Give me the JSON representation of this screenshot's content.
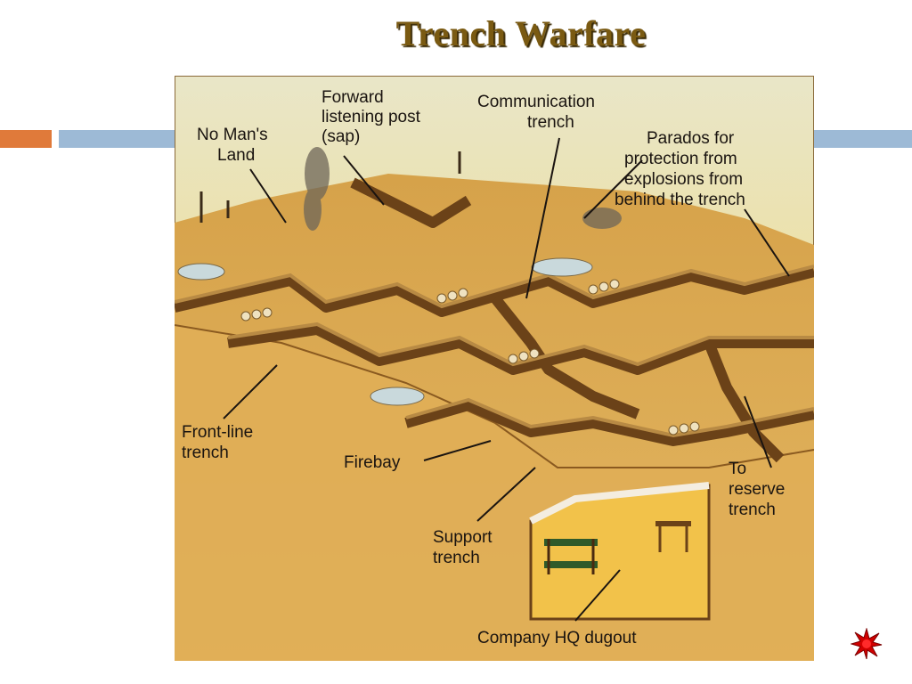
{
  "title": "Trench Warfare",
  "diagram": {
    "labels": {
      "no_mans_land": [
        "No Man's",
        "Land"
      ],
      "forward_post": [
        "Forward",
        "listening post",
        "(sap)"
      ],
      "communication": [
        "Communication",
        "trench"
      ],
      "parados": [
        "Parados for",
        "protection from",
        "explosions from",
        "behind the trench"
      ],
      "front_line": [
        "Front-line",
        "trench"
      ],
      "firebay": [
        "Firebay"
      ],
      "support": [
        "Support",
        "trench"
      ],
      "reserve": [
        "To",
        "reserve",
        "trench"
      ],
      "hq": [
        "Company HQ dugout"
      ]
    }
  },
  "colors": {
    "title": "#7a5a12",
    "accent_orange": "#e07a3a",
    "accent_blue": "#9dbad6",
    "ground": "#d9a84a",
    "sky": "#efe59a"
  },
  "icons": {
    "corner": "red-star-burst-icon"
  }
}
